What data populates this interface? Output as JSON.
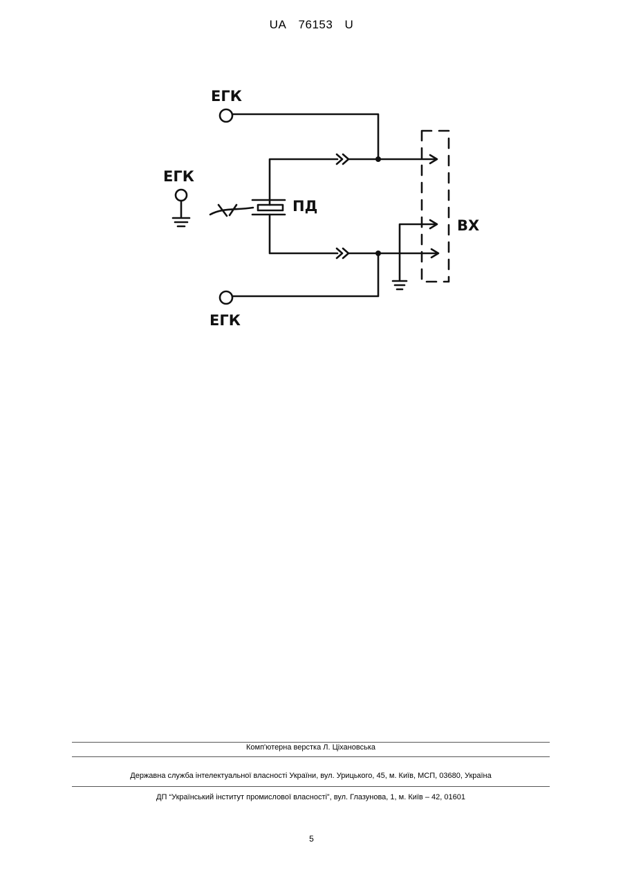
{
  "header": {
    "country": "UA",
    "number": "76153",
    "kind": "U"
  },
  "diagram": {
    "label_top": "ЕГК",
    "label_left": "ЕГК",
    "label_bottom": "ЕГК",
    "label_sensor": "ПД",
    "label_block": "ВХ"
  },
  "footer": {
    "layout": "Комп'ютерна верстка Л. Ціхановська",
    "service": "Державна служба інтелектуальної власності України, вул. Урицького, 45, м. Київ, МСП, 03680, Україна",
    "institute": "ДП “Український інститут промислової власності”, вул. Глазунова, 1, м. Київ – 42, 01601"
  },
  "page_number": "5"
}
